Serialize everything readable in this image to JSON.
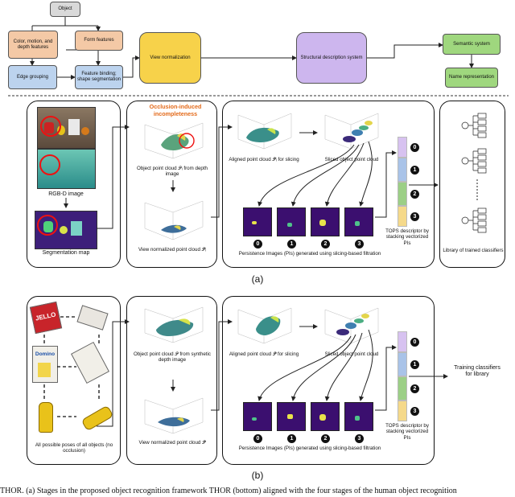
{
  "top": {
    "object": "Object",
    "color_motion": "Color, motion, and depth features",
    "form": "Form features",
    "edge": "Edge grouping",
    "binding": "Feature binding; shape segmentation",
    "view_norm": "View normalization",
    "structural": "Structural description system",
    "semantic": "Semantic system",
    "name": "Name representation"
  },
  "a": {
    "occlusion": "Occlusion-induced incompleteness",
    "rgbd": "RGB-D image",
    "segmap": "Segmentation map",
    "obj_pc": "Object point cloud 𝒫ᵢ from depth image",
    "view_pc": "View normalized point cloud 𝒫̄ᵢ",
    "aligned": "Aligned point cloud 𝒫̄ᵢ for slicing",
    "sliced": "Sliced object point cloud",
    "pis": "Persistence Images (PIs) generated using slicing-based filtration",
    "tops": "TOPS descriptor by stacking vectorized PIs",
    "library": "Library of trained classifiers",
    "caption": "(a)"
  },
  "b": {
    "poses": "All possible poses of all objects (no occlusion)",
    "obj_pc": "Object point cloud 𝒫 from synthetic depth image",
    "view_pc": "View normalized point cloud 𝒫̄",
    "aligned": "Aligned point cloud 𝒫̄ for slicing",
    "sliced": "Sliced object point cloud",
    "pis": "Persistence Images (PIs) generated using slicing-based filtration",
    "tops": "TOPS descriptor by stacking vectorized PIs",
    "training": "Training classifiers for library",
    "caption": "(b)",
    "jello": "JELLO",
    "domino": "Domino"
  },
  "numbers": [
    "0",
    "1",
    "2",
    "3"
  ],
  "footer": "THOR. (a) Stages in the proposed object recognition framework THOR (bottom) aligned with the four stages of the human object recognition",
  "colors": {
    "object": "#d9d9d9",
    "orange": "#f4c9a6",
    "blue": "#bcd3ee",
    "yellow": "#f7d24a",
    "purple": "#cdb6ee",
    "green": "#9fd77e",
    "pi_bg": "#3b0f6f",
    "tops0": "#d7c2f0",
    "tops1": "#a9c3e8",
    "tops2": "#9ccf86",
    "tops3": "#f5d98a"
  }
}
